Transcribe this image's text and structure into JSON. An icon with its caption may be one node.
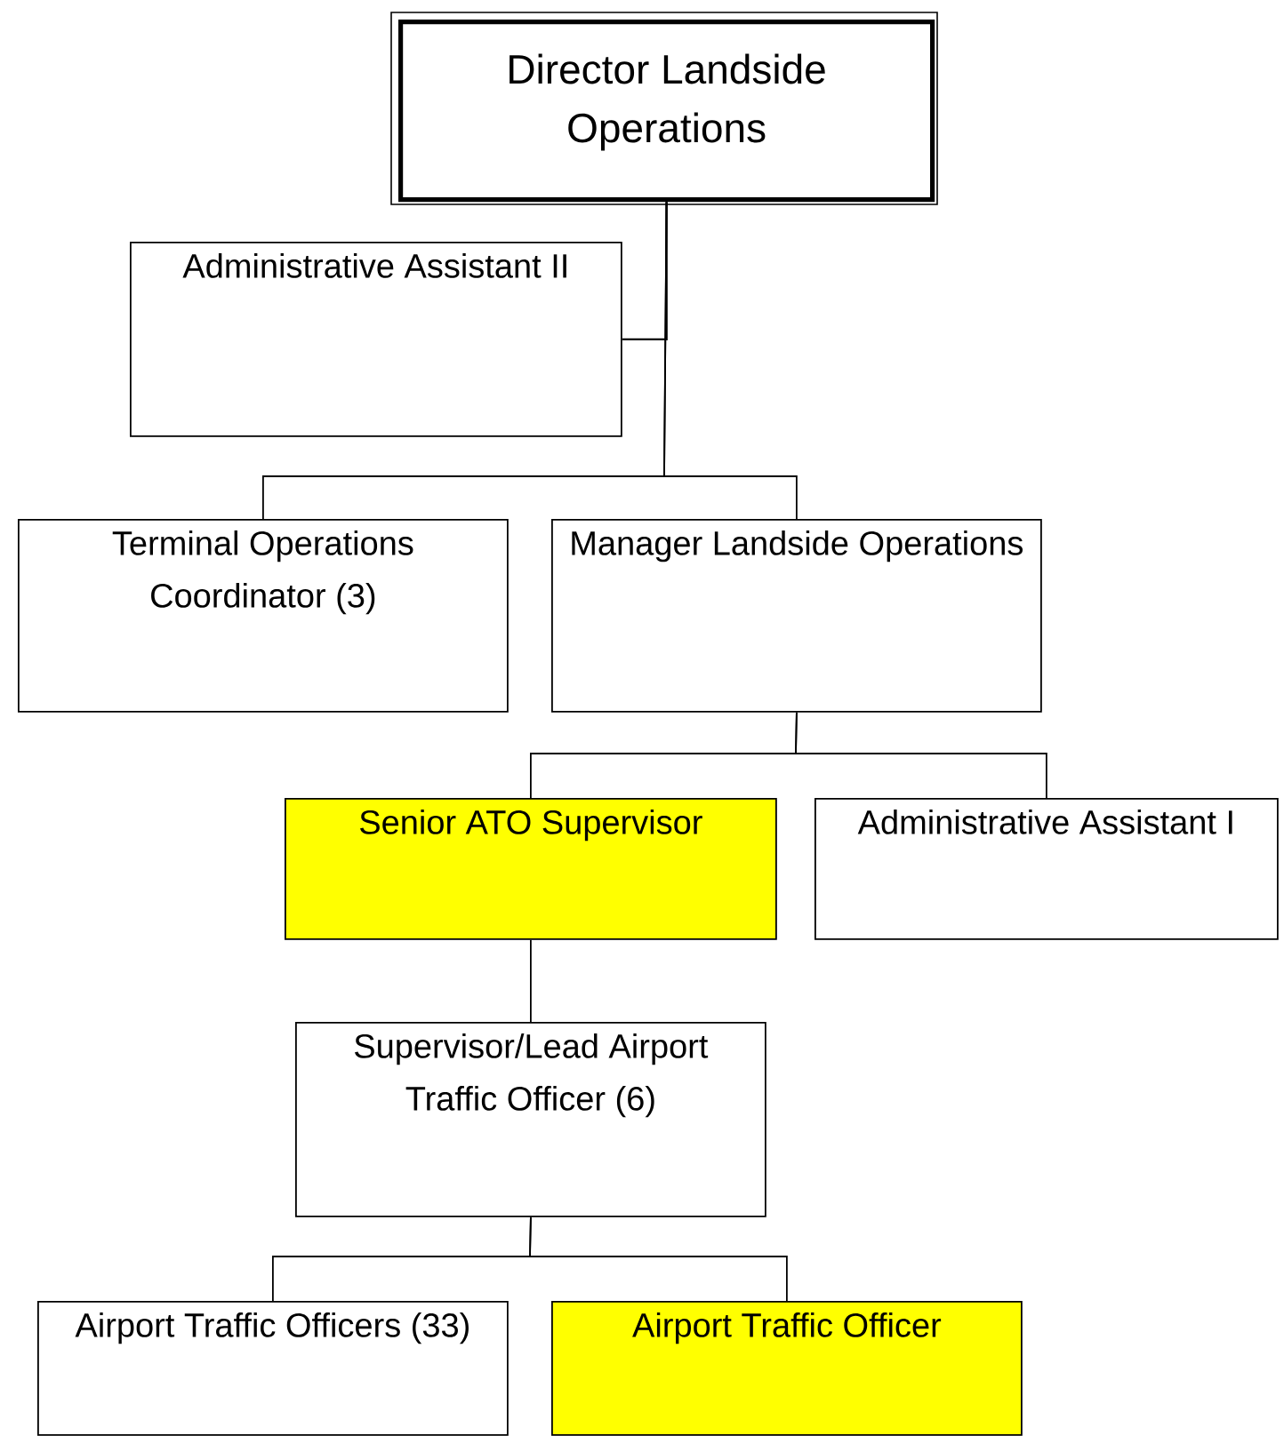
{
  "diagram": {
    "nodes": [
      {
        "text": [
          "Director Landside Operations"
        ]
      },
      {
        "text": [
          "Administrative Assistant II"
        ]
      },
      {
        "text": [
          "Terminal Operations Coordinator (3)"
        ]
      },
      {
        "text": [
          "Manager Landside Operations"
        ]
      },
      {
        "text": [
          "Senior ATO Supervisor"
        ]
      },
      {
        "text": [
          "Administrative Assistant I"
        ]
      },
      {
        "text": [
          "Supervisor/Lead Airport Traffic Officer (6)"
        ]
      },
      {
        "text": [
          "Airport Traffic Officers (33)"
        ]
      },
      {
        "text": [
          "Airport Traffic Officer"
        ]
      }
    ],
    "edges": [
      {
        "from": 0,
        "to": 1,
        "arrow": "none"
      },
      {
        "from": 0,
        "to": 2,
        "arrow": "none"
      },
      {
        "from": 0,
        "to": 3,
        "arrow": "none"
      },
      {
        "from": 3,
        "to": 4,
        "arrow": "none"
      },
      {
        "from": 3,
        "to": 5,
        "arrow": "none"
      },
      {
        "from": 4,
        "to": 6,
        "arrow": "none"
      },
      {
        "from": 6,
        "to": 7,
        "arrow": "none"
      },
      {
        "from": 6,
        "to": 8,
        "arrow": "none"
      }
    ]
  }
}
